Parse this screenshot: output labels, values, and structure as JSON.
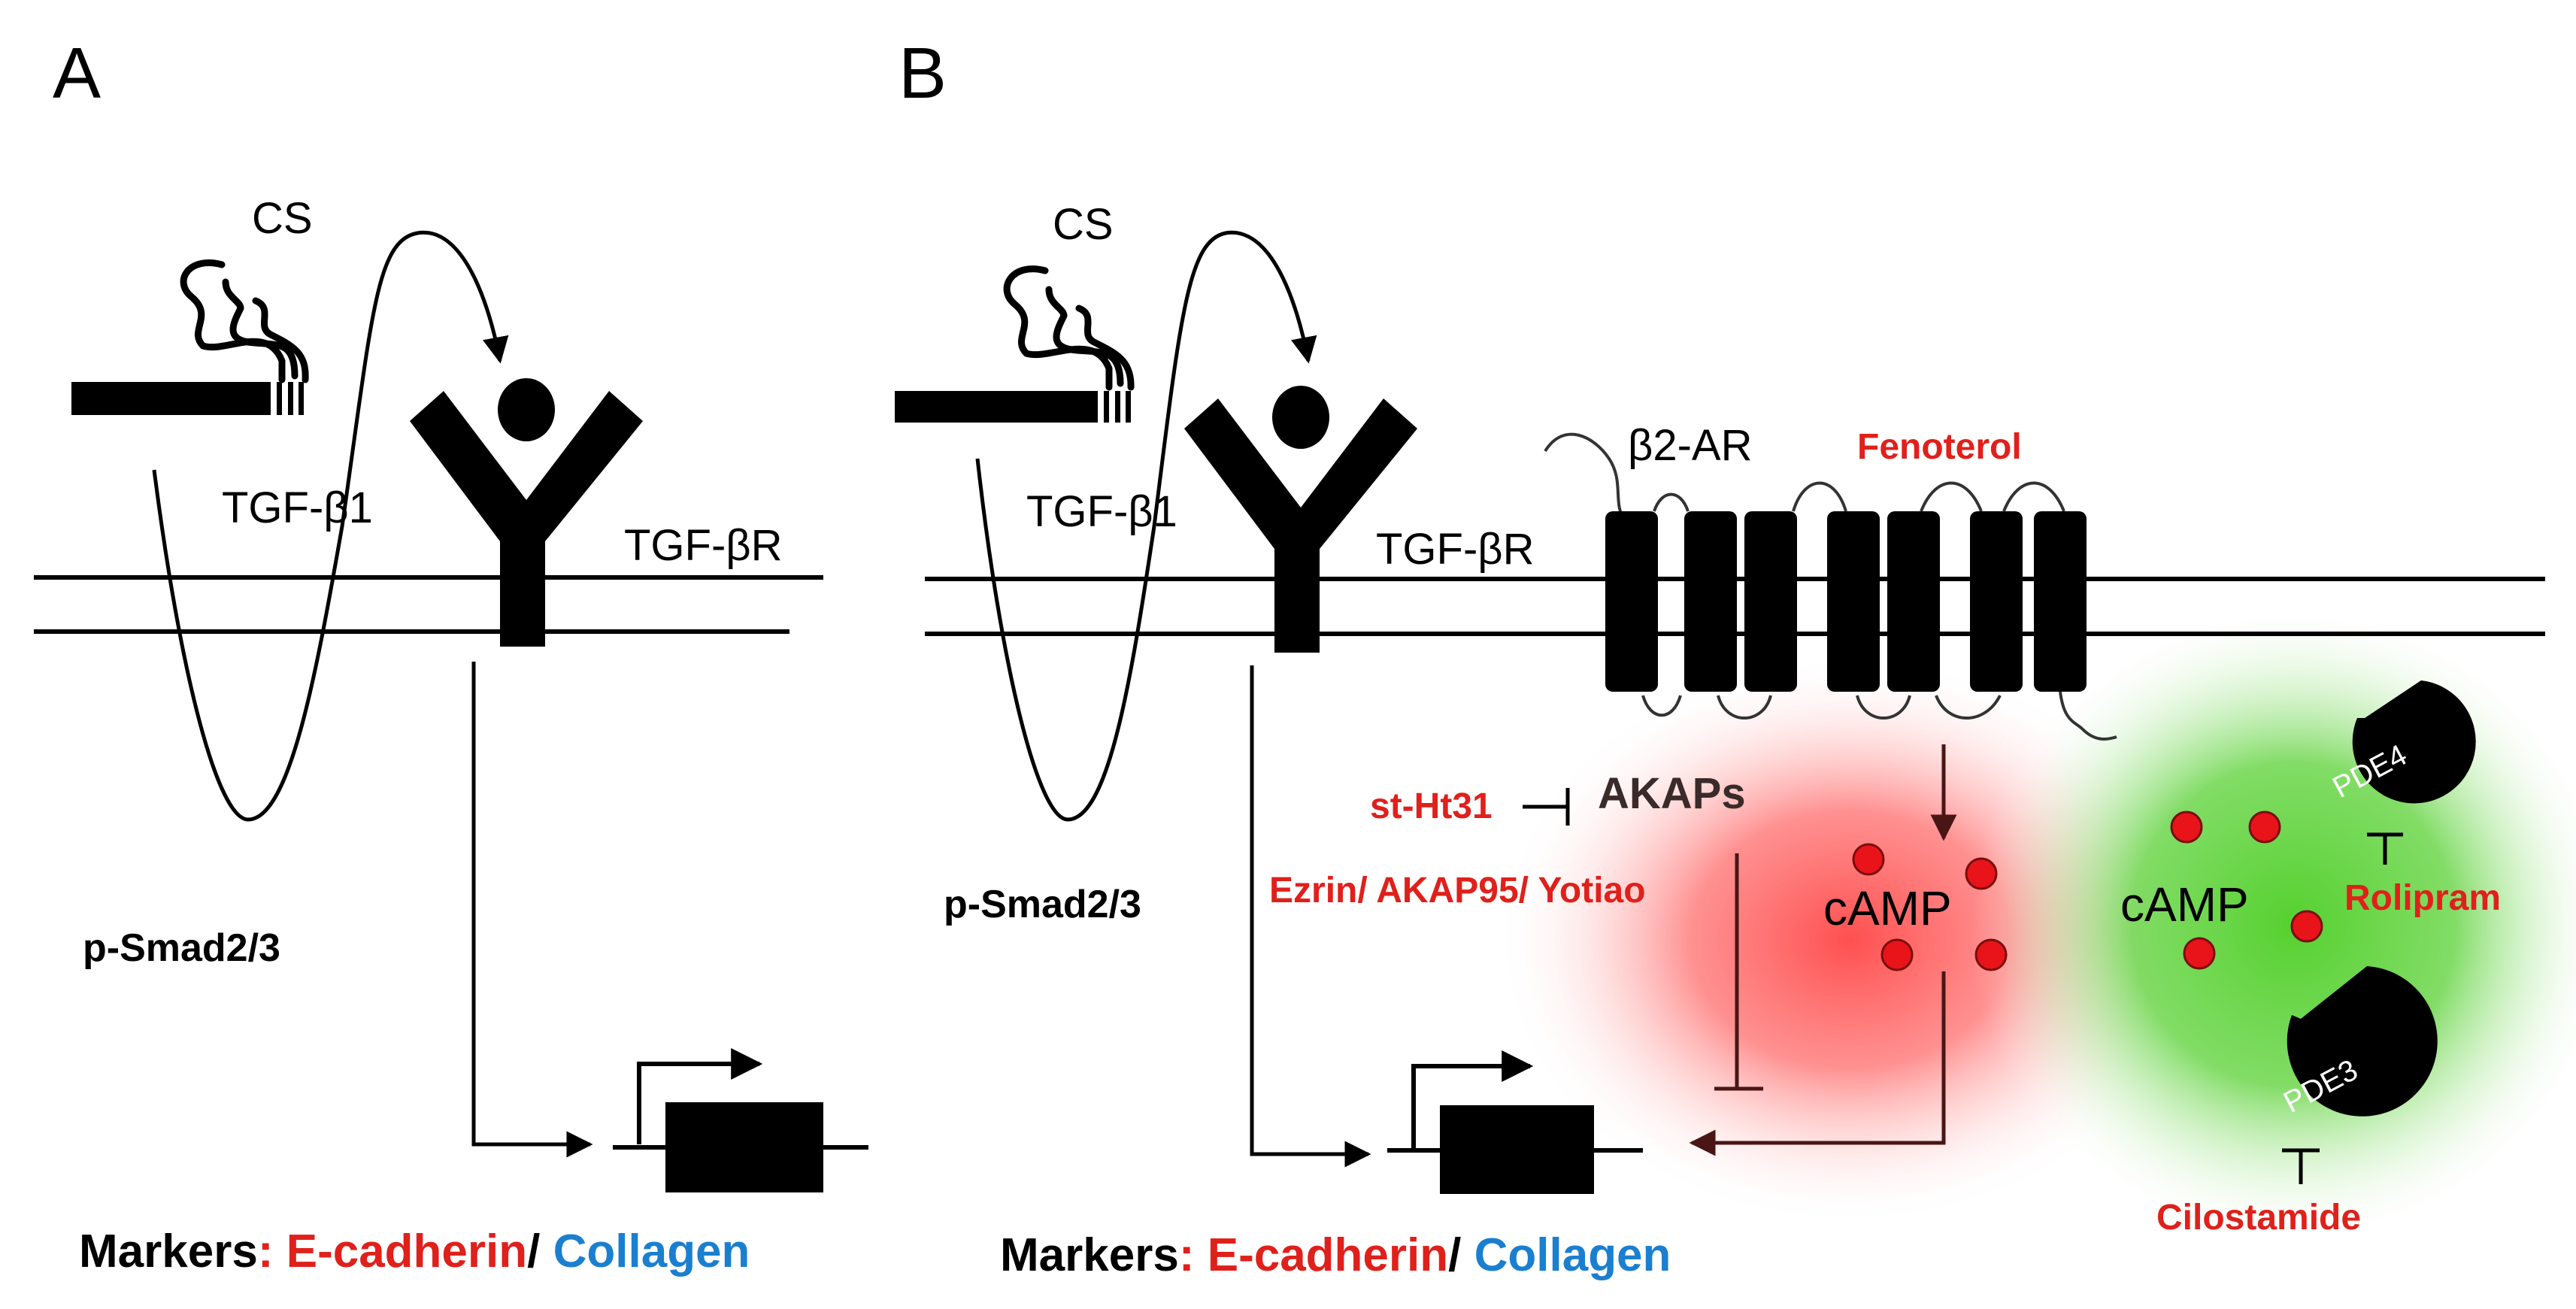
{
  "panel_a": {
    "label": "A",
    "cs": "CS",
    "ligand": "TGF-β1",
    "receptor": "TGF-βR",
    "smad": "p-Smad2/3",
    "markers_prefix": "Markers",
    "markers_colon": ":",
    "marker_ecad": "E-cadherin",
    "marker_sep": "/",
    "marker_collagen": "Collagen"
  },
  "panel_b": {
    "label": "B",
    "cs": "CS",
    "ligand": "TGF-β1",
    "receptor": "TGF-βR",
    "beta2": "β2-AR",
    "fenoterol": "Fenoterol",
    "akaps": "AKAPs",
    "st_ht31": "st-Ht31",
    "ezrin": "Ezrin/ AKAP95/ Yotiao",
    "smad": "p-Smad2/3",
    "camp_red": "cAMP",
    "camp_green": "cAMP",
    "pde4": "PDE4",
    "pde3": "PDE3",
    "rolipram": "Rolipram",
    "cilostamide": "Cilostamide",
    "markers_prefix": "Markers",
    "markers_colon": ":",
    "marker_ecad": "E-cadherin",
    "marker_sep": "/",
    "marker_collagen": "Collagen"
  },
  "colors": {
    "red_text": "#e0201b",
    "blue_text": "#1b7fd0",
    "red_glow": "#ff5a5a",
    "green_glow": "#4ccd2f",
    "dot_red": "#e8141a"
  }
}
